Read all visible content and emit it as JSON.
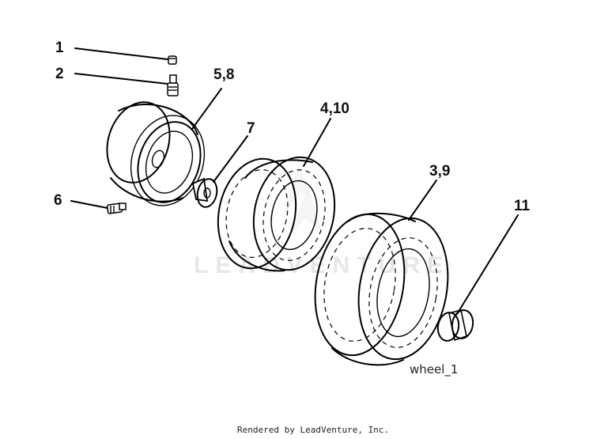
{
  "diagram": {
    "callouts": {
      "c1": "1",
      "c2": "2",
      "c58": "5,8",
      "c7": "7",
      "c410": "4,10",
      "c6": "6",
      "c39": "3,9",
      "c11": "11"
    },
    "caption": "wheel_1",
    "watermark": "LEADVENTURE",
    "footer": "Rendered by LeadVenture, Inc."
  }
}
